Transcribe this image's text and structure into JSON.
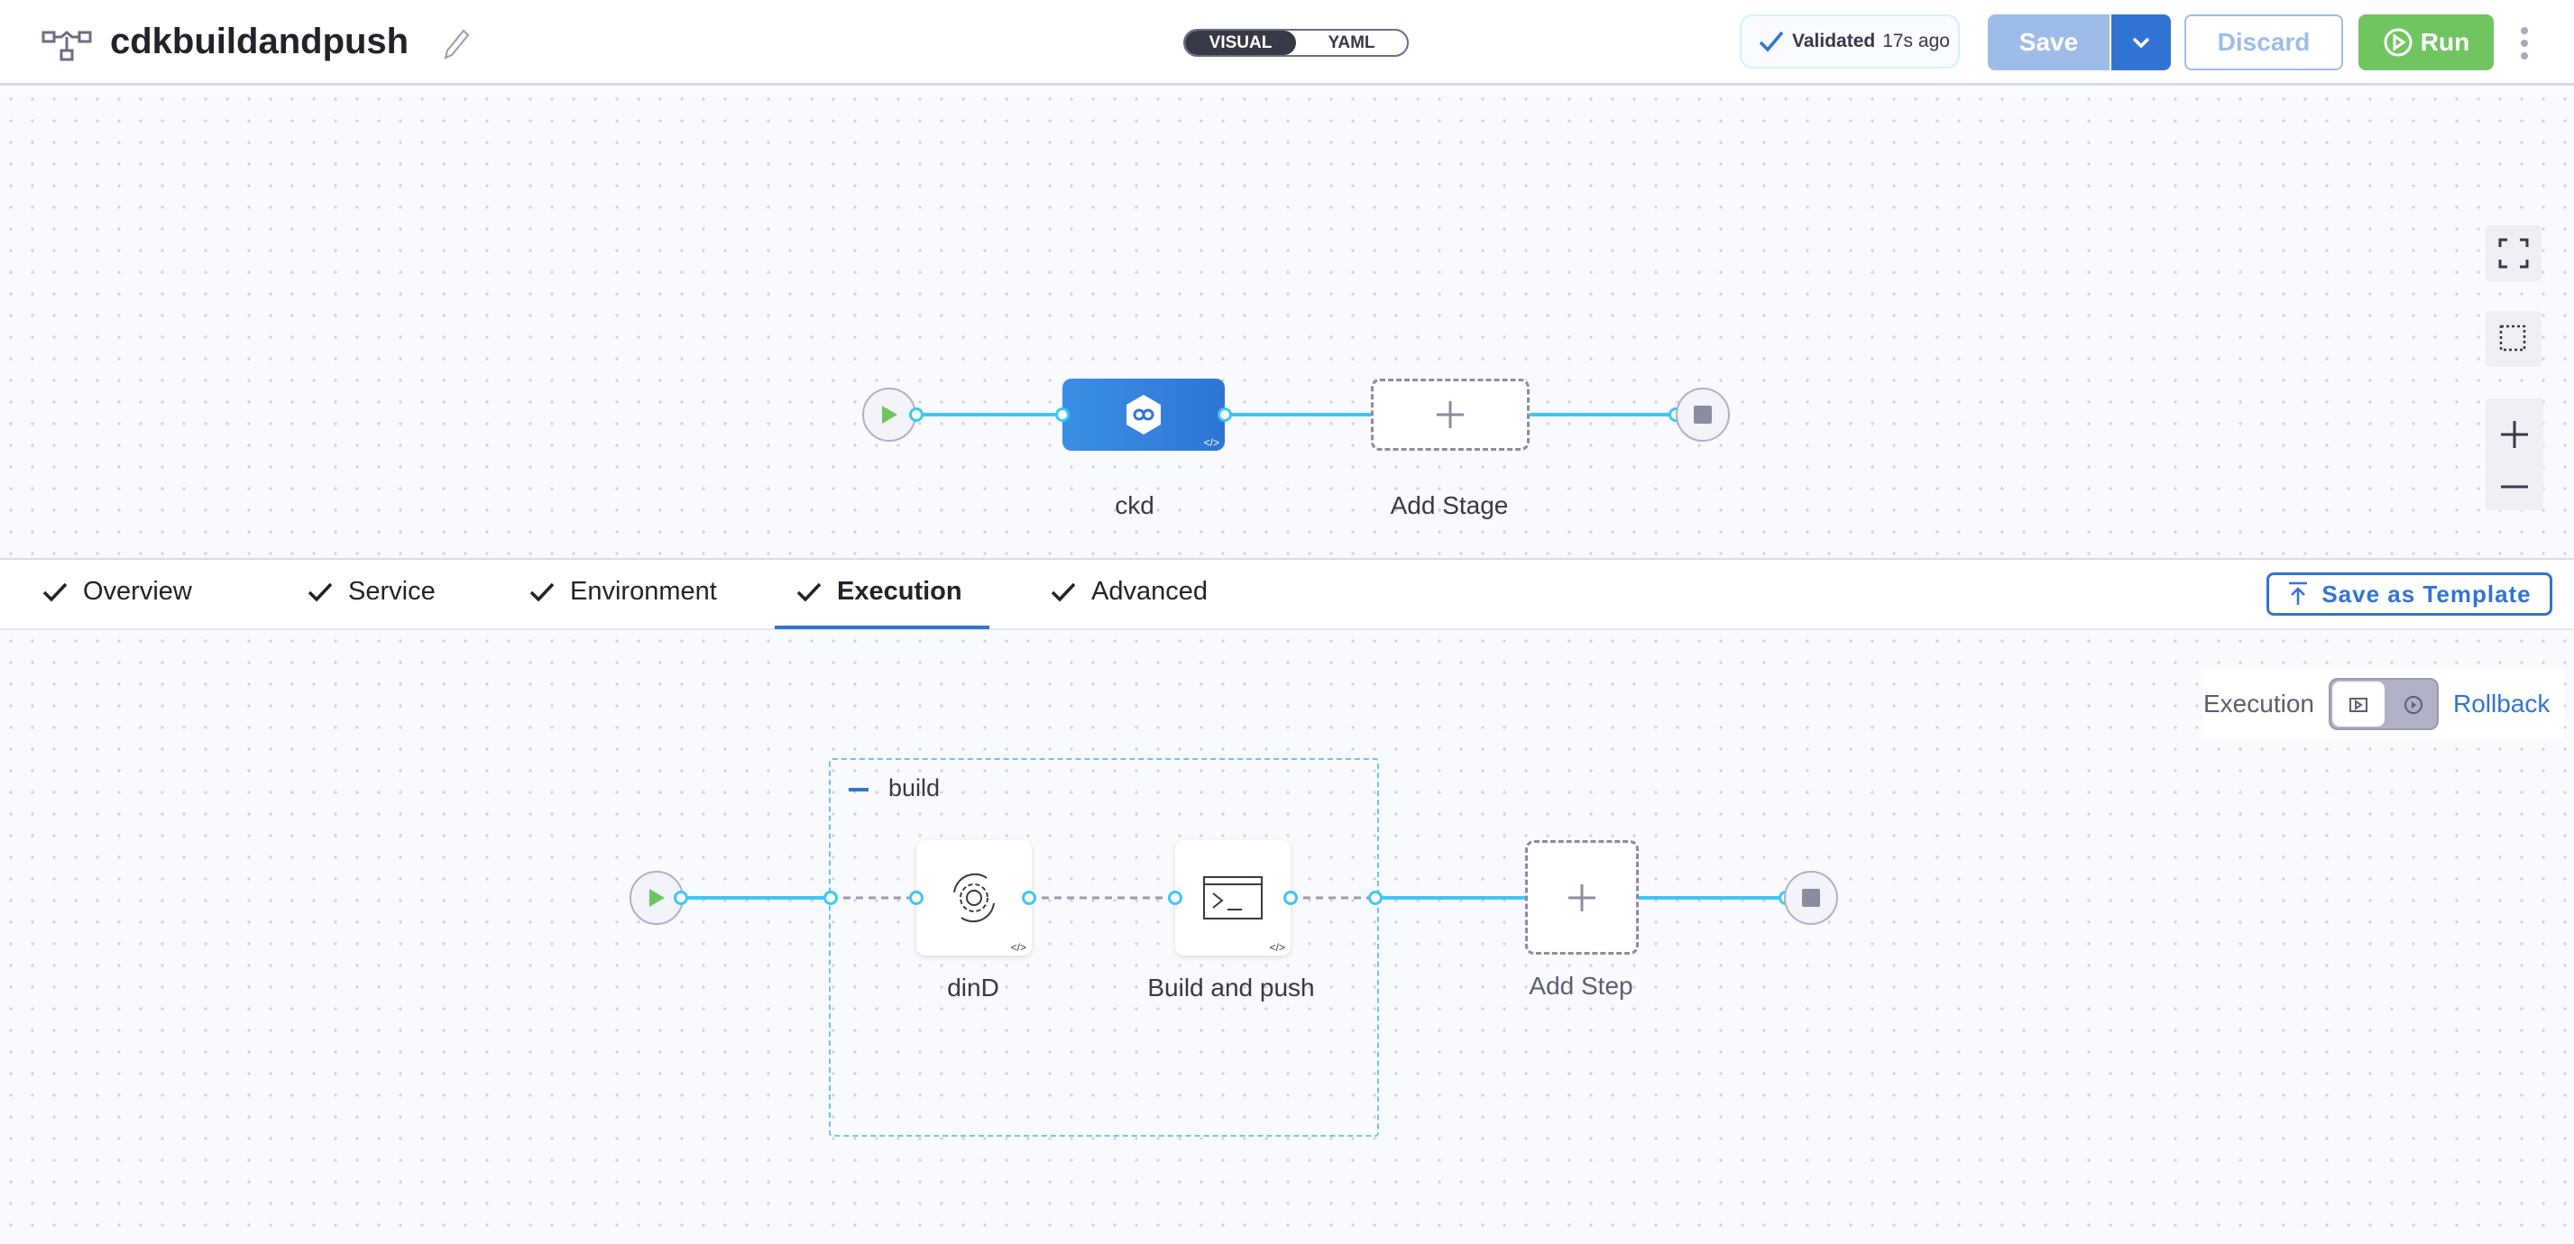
{
  "header": {
    "title": "cdkbuildandpush",
    "view_toggle": {
      "options": [
        "VISUAL",
        "YAML"
      ],
      "selected": "VISUAL"
    },
    "validation": {
      "status": "Validated",
      "time": "17s ago"
    },
    "save_label": "Save",
    "discard_label": "Discard",
    "run_label": "Run"
  },
  "stage_pipeline": {
    "stages": [
      {
        "name": "ckd"
      }
    ],
    "add_stage_label": "Add Stage"
  },
  "tabs": {
    "items": [
      {
        "label": "Overview",
        "done": true
      },
      {
        "label": "Service",
        "done": true
      },
      {
        "label": "Environment",
        "done": true
      },
      {
        "label": "Execution",
        "done": true,
        "active": true
      },
      {
        "label": "Advanced",
        "done": true
      }
    ],
    "save_template_label": "Save as Template"
  },
  "execution": {
    "mode_label": "Execution",
    "rollback_label": "Rollback",
    "mode_selected": "Execution",
    "group": {
      "name": "build",
      "steps": [
        {
          "name": "dinD",
          "icon": "gear-cycle-icon"
        },
        {
          "name": "Build and push",
          "icon": "terminal-icon"
        }
      ]
    },
    "add_step_label": "Add Step"
  },
  "colors": {
    "primary": "#3274d3",
    "run": "#71c561",
    "edge": "#3dc7f6",
    "stage_node": "#3b8ee6"
  }
}
